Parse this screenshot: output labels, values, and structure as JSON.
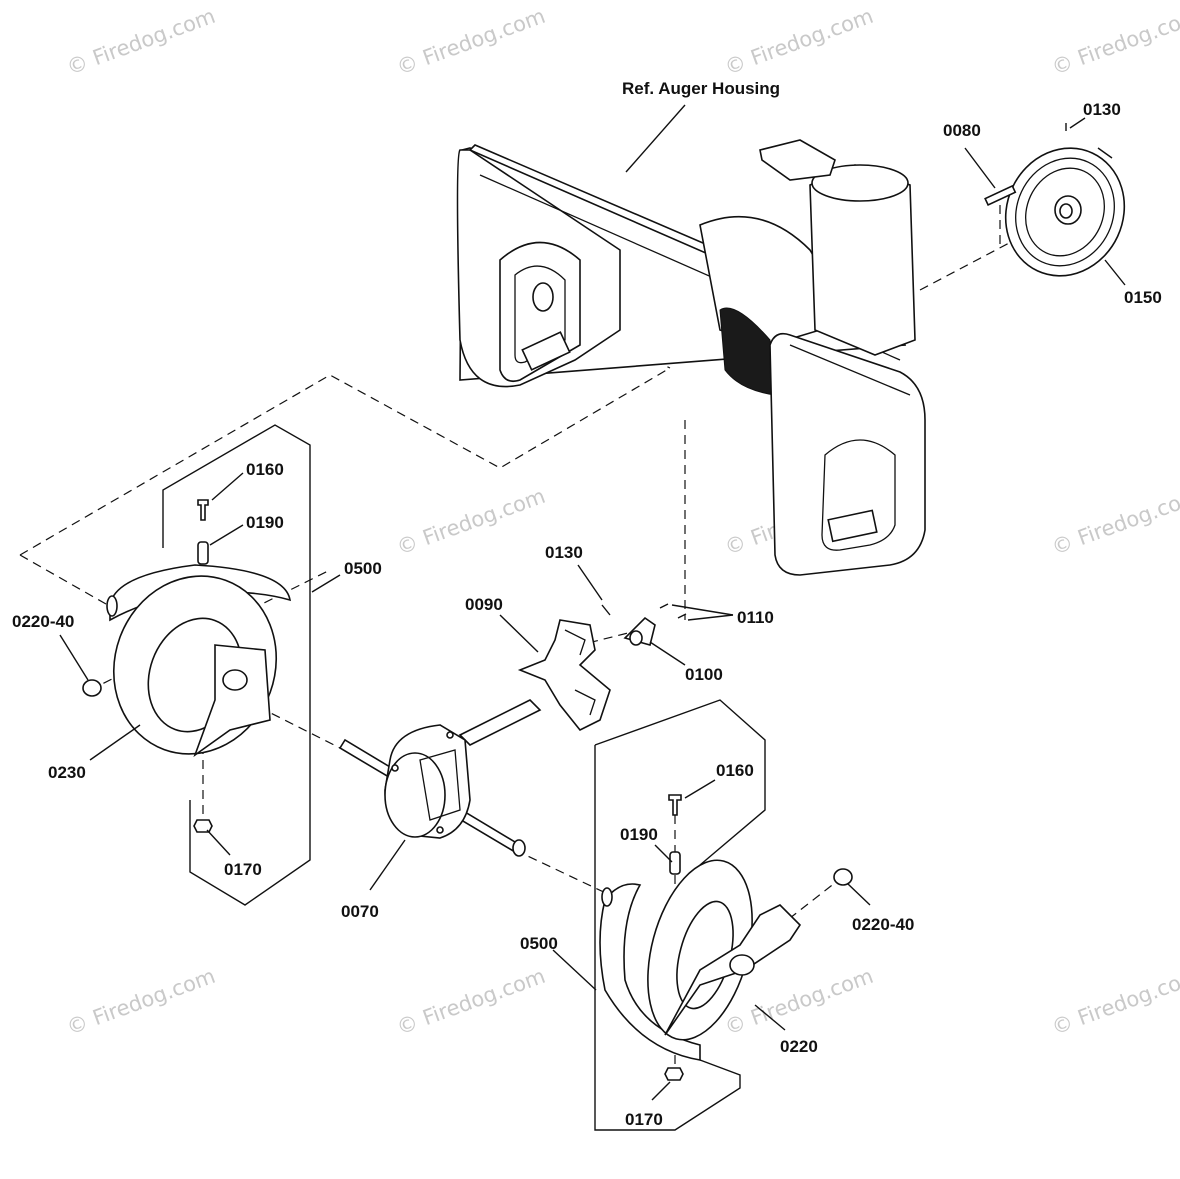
{
  "watermark": "© Firedog.com",
  "labels": {
    "ref_housing": "Ref. Auger Housing",
    "p0080": "0080",
    "p0130_top": "0130",
    "p0150": "0150",
    "p0160_left": "0160",
    "p0190_left": "0190",
    "p0500_left": "0500",
    "p0220_40_left": "0220-40",
    "p0230": "0230",
    "p0170_left": "0170",
    "p0130_mid": "0130",
    "p0090": "0090",
    "p0110": "0110",
    "p0100": "0100",
    "p0070": "0070",
    "p0160_right": "0160",
    "p0190_right": "0190",
    "p0220_40_right": "0220-40",
    "p0500_right": "0500",
    "p0220": "0220",
    "p0170_right": "0170"
  }
}
